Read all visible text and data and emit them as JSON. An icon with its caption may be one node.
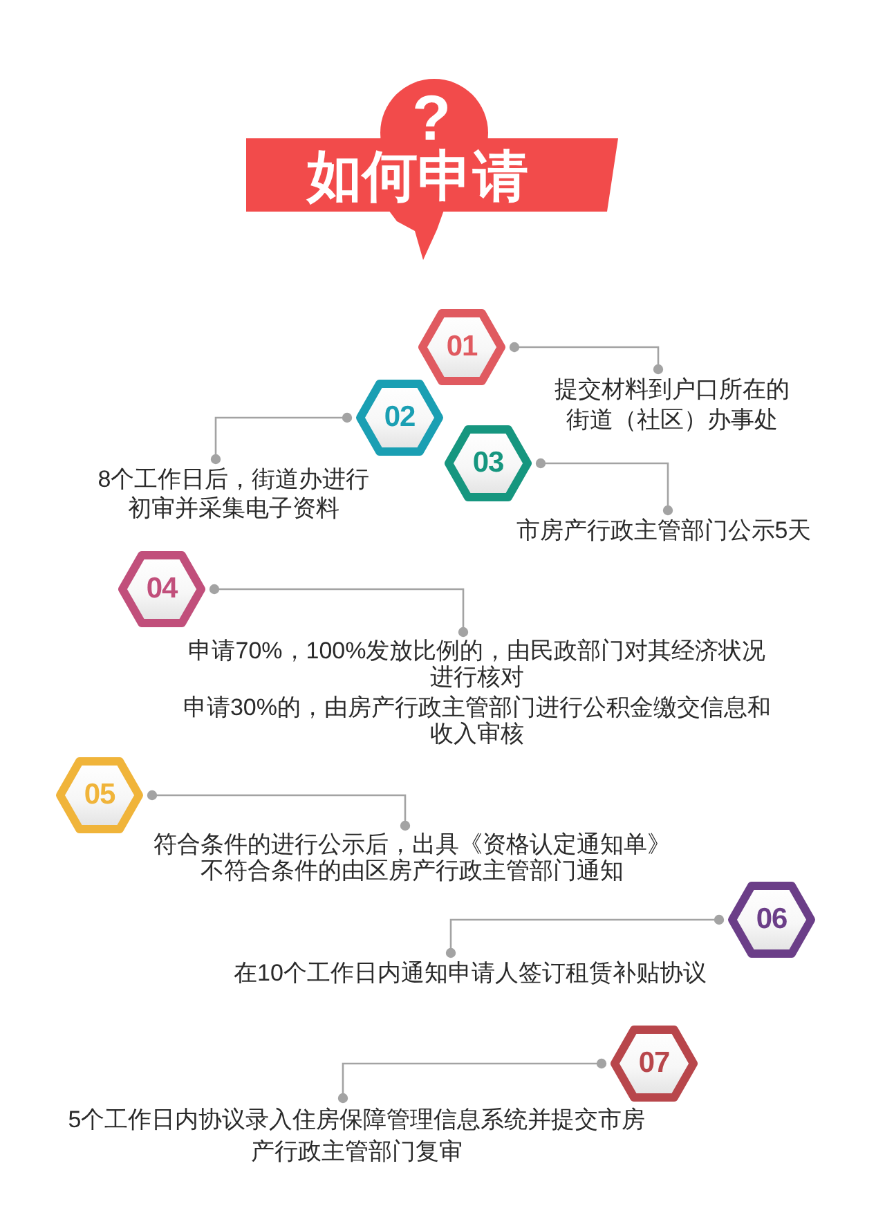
{
  "diagram": {
    "title": "如何申请",
    "nodes": [
      {
        "text": [
          "01"
        ]
      },
      {
        "text": [
          "提交材料到户口所在的街道（社区）办事处"
        ]
      },
      {
        "text": [
          "02"
        ]
      },
      {
        "text": [
          "8个工作日后，街道办进行初审并采集电子资料"
        ]
      },
      {
        "text": [
          "03"
        ]
      },
      {
        "text": [
          "市房产行政主管部门公示5天"
        ]
      },
      {
        "text": [
          "04"
        ]
      },
      {
        "text": [
          "申请70%，100%发放比例的，由民政部门对其经济状况进行核对",
          "申请30%的，由房产行政主管部门进行公积金缴交信息和收入审核"
        ]
      },
      {
        "text": [
          "05"
        ]
      },
      {
        "text": [
          "符合条件的进行公示后，出具《资格认定通知单》",
          "不符合条件的由区房产行政主管部门通知"
        ]
      },
      {
        "text": [
          "06"
        ]
      },
      {
        "text": [
          "在10个工作日内通知申请人签订租赁补贴协议"
        ]
      },
      {
        "text": [
          "07"
        ]
      },
      {
        "text": [
          "5个工作日内协议录入住房保障管理信息系统并提交市房产行政主管部门复审"
        ]
      }
    ],
    "edges": [
      {
        "from": 0,
        "to": 1,
        "arrow": "other"
      },
      {
        "from": 2,
        "to": 3,
        "arrow": "other"
      },
      {
        "from": 4,
        "to": 5,
        "arrow": "other"
      },
      {
        "from": 6,
        "to": 7,
        "arrow": "other"
      },
      {
        "from": 8,
        "to": 9,
        "arrow": "other"
      },
      {
        "from": 10,
        "to": 11,
        "arrow": "other"
      },
      {
        "from": 12,
        "to": 13,
        "arrow": "other"
      }
    ],
    "labels": [
      "?"
    ]
  }
}
